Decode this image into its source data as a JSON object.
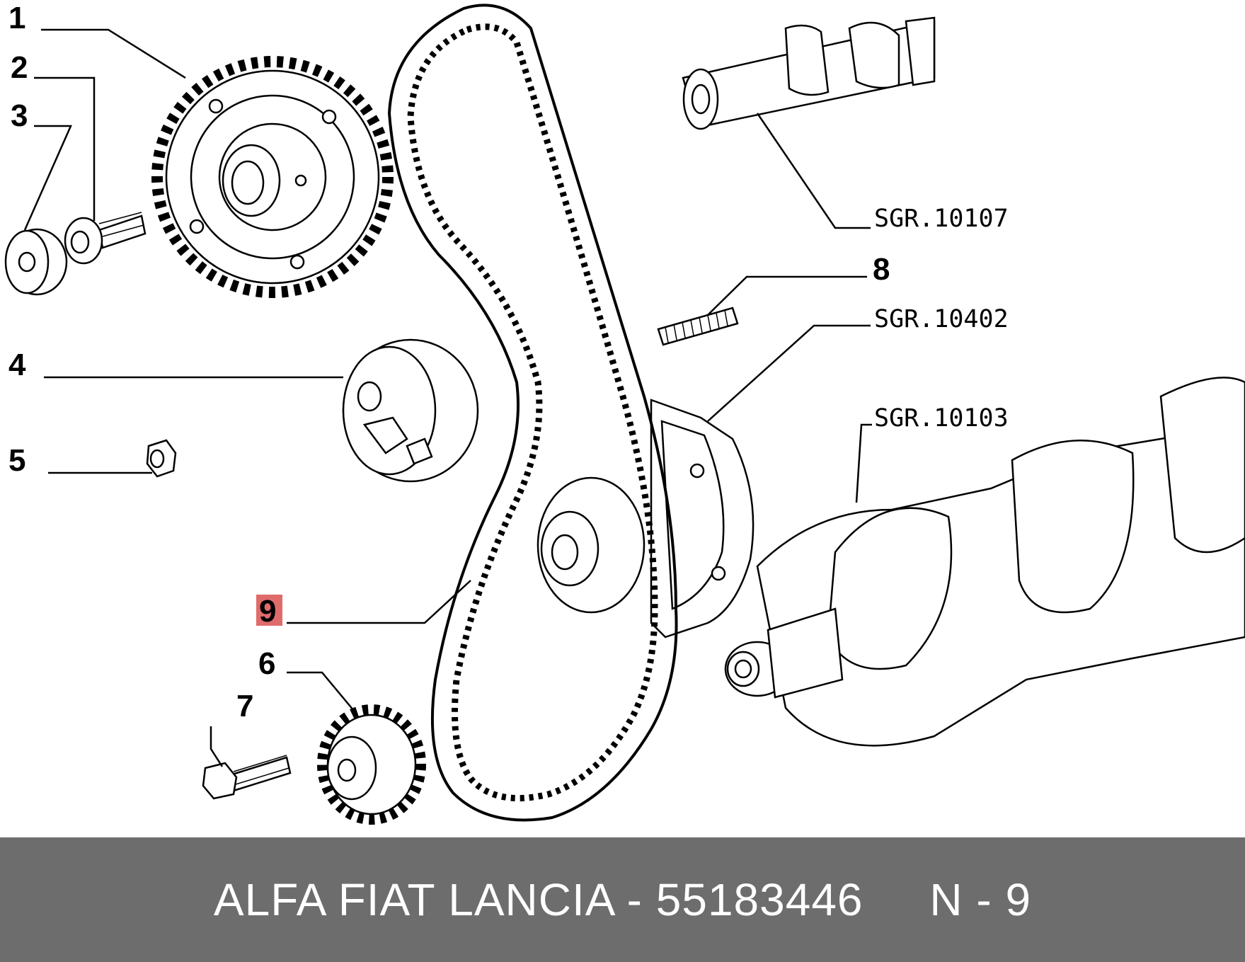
{
  "callouts": {
    "c1": "1",
    "c2": "2",
    "c3": "3",
    "c4": "4",
    "c5": "5",
    "c6": "6",
    "c7": "7",
    "c8": "8",
    "c9": "9"
  },
  "references": {
    "ref_camshaft": "SGR.10107",
    "ref_pump": "SGR.10402",
    "ref_crankshaft": "SGR.10103"
  },
  "footer": {
    "brand": "ALFA FIAT LANCIA",
    "separator": "-",
    "part_number": "55183446",
    "position_label": "N - 9"
  },
  "colors": {
    "highlight": "#e06b6b",
    "footer_bg": "#6d6d6d",
    "footer_text": "#ffffff"
  }
}
